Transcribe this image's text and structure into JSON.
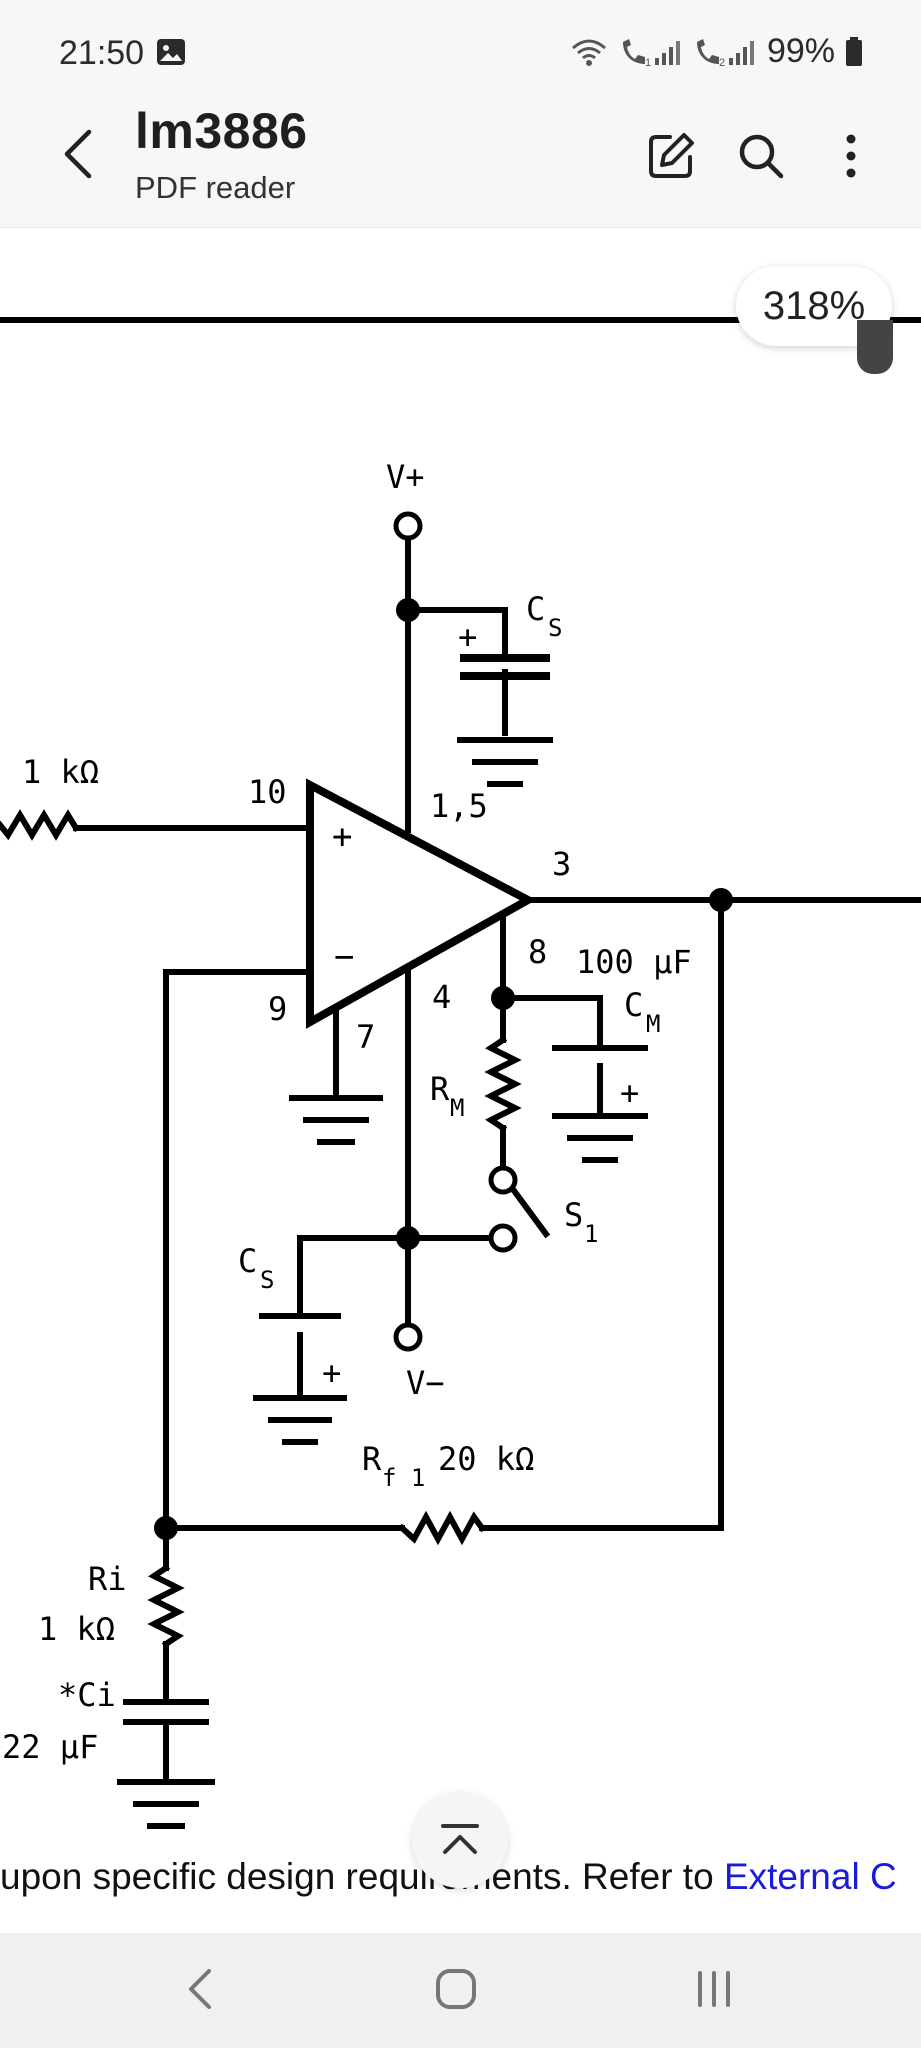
{
  "status": {
    "time": "21:50",
    "battery": "99%",
    "icons": [
      "gallery-icon",
      "wifi-calling-icon",
      "signal-sim1-icon",
      "signal-sim2-icon",
      "battery-icon"
    ]
  },
  "appbar": {
    "title": "lm3886",
    "subtitle": "PDF reader",
    "actions": [
      "edit-icon",
      "search-icon",
      "more-options-icon"
    ]
  },
  "viewer": {
    "zoom": "318%",
    "schematic": {
      "vplus": "V+",
      "vminus": "V−",
      "cs_top": "C",
      "cs_top_sub": "S",
      "cs_bottom": "C",
      "cs_bottom_sub": "S",
      "input_res": "1 kΩ",
      "pin10": "10",
      "pin15": "1,5",
      "pin3": "3",
      "pin8": "8",
      "pin4": "4",
      "pin9": "9",
      "pin7": "7",
      "plus_in": "+",
      "minus_in": "−",
      "cap_plus": "+",
      "cm_value": "100 μF",
      "cm": "C",
      "cm_sub": "M",
      "rm": "R",
      "rm_sub": "M",
      "s1": "S",
      "s1_sub": "1",
      "rf1": "R",
      "rf1_sub": "f 1",
      "rf1_value": "20 kΩ",
      "ri": "Ri",
      "ri_value": "1 kΩ",
      "ci": "*Ci",
      "ci_value": "22 μF"
    },
    "text_prefix": "upon specific design requirements. Refer to ",
    "text_link": "External C"
  },
  "navbar": {
    "buttons": [
      "back-nav-icon",
      "home-nav-icon",
      "recents-nav-icon"
    ]
  }
}
